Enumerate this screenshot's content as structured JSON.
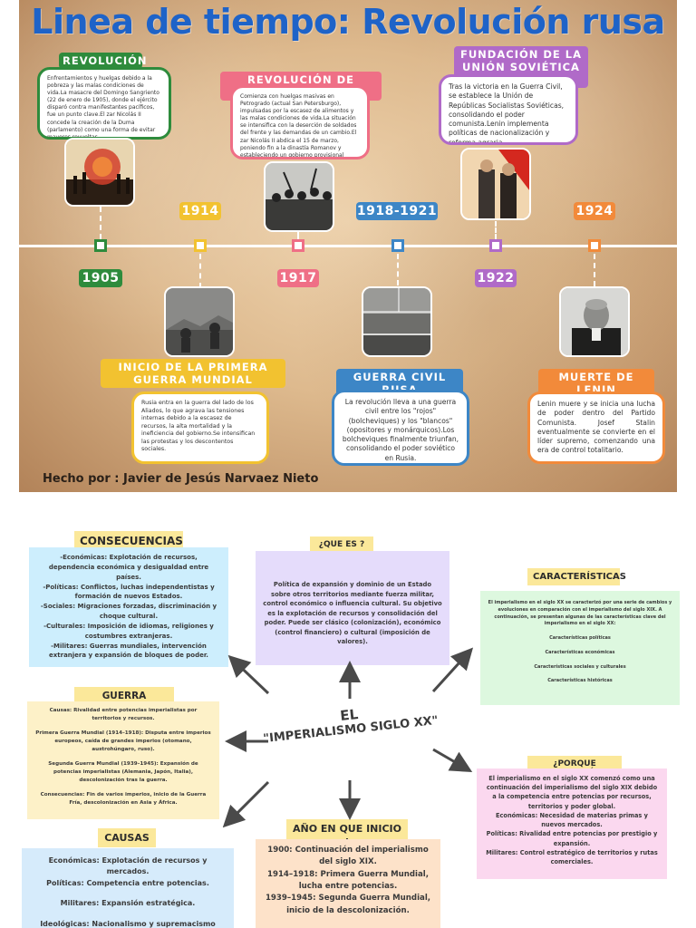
{
  "poster": {
    "title": "Linea de tiempo: Revolución rusa",
    "credit": "Hecho por : Javier de Jesús Narvaez Nieto",
    "events": [
      {
        "key": "revolucion",
        "year": "1905",
        "title": "REVOLUCIÓN",
        "color": "#2e8b3c",
        "text": "Enfrentamientos y huelgas debido a la pobreza y las malas condiciones de vida.La masacre del Domingo Sangriento (22 de enero de 1905), donde el ejército disparó contra manifestantes pacíficos, fue un punto clave.El zar Nicolás II concede la creación de la Duma (parlamento) como una forma de evitar mayores revueltas."
      },
      {
        "key": "primera-guerra",
        "year": "1914",
        "title": "INICIO DE LA PRIMERA GUERRA MUNDIAL",
        "color": "#f2c230",
        "text": "Rusia entra en la guerra del lado de los Aliados, lo que agrava las tensiones internas debido a la escasez de recursos, la alta mortalidad y la ineficiencia del gobierno.Se intensifican las protestas y los descontentos sociales."
      },
      {
        "key": "febrero",
        "year": "1917",
        "title": "REVOLUCIÓN DE FEBRERO",
        "color": "#ef6f86",
        "text": "Comienza con huelgas masivas en Petrogrado (actual San Petersburgo), impulsadas por la escasez de alimentos y las malas condiciones de vida.La situación se intensifica con la deserción de soldados del frente y las demandas de un cambio.El zar Nicolás II abdica el 15 de marzo, poniendo fin a la dinastía Romanov y estableciendo un gobierno provisional liderado por Aleksandr Kérenski."
      },
      {
        "key": "guerra-civil",
        "year": "1918-1921",
        "title": "GUERRA CIVIL RUSA",
        "color": "#3d86c6",
        "text": "La revolución lleva a una guerra civil entre los \"rojos\" (bolcheviques) y los \"blancos\" (opositores y monárquicos).Los bolcheviques finalmente triunfan, consolidando el poder soviético en Rusia."
      },
      {
        "key": "urss",
        "year": "1922",
        "title": "FUNDACIÓN DE LA UNIÓN SOVIÉTICA (URSS)",
        "color": "#b06ac8",
        "text": "Tras la victoria en la Guerra Civil, se establece la Unión de Repúblicas Socialistas Soviéticas, consolidando el poder comunista.Lenin implementa políticas de nacionalización y reforma agraria."
      },
      {
        "key": "lenin",
        "year": "1924",
        "title": "MUERTE DE LENIN",
        "color": "#f28a3a",
        "text": "Lenin muere y se inicia una lucha de poder dentro del Partido Comunista. Josef Stalin eventualmente se convierte en el líder supremo, comenzando una era de control totalitario."
      }
    ]
  },
  "mindmap": {
    "center": {
      "line1": "EL",
      "line2": "\"IMPERIALISMO SIGLO XX\""
    },
    "consecuencias": {
      "title": "CONSECUENCIAS",
      "lines": [
        "-Económicas: Explotación de recursos, dependencia económica y desigualdad entre países.",
        "-Políticas: Conflictos, luchas independentistas y formación de nuevos Estados.",
        "-Sociales: Migraciones forzadas, discriminación y choque cultural.",
        "-Culturales: Imposición de idiomas, religiones y costumbres extranjeras.",
        "-Militares: Guerras mundiales, intervención extranjera y expansión de bloques de poder."
      ]
    },
    "que_es": {
      "title": "¿QUE ES ?",
      "text": "Política de expansión y dominio de un Estado sobre otros territorios mediante fuerza militar, control económico o influencia cultural. Su objetivo es la explotación de recursos y consolidación del poder. Puede ser clásico (colonización), económico (control financiero) o cultural (imposición de valores)."
    },
    "caracteristicas": {
      "title": "CARACTERÍSTICAS",
      "intro": "El imperialismo en el siglo XX se caracterizó por una serie de cambios y evoluciones en comparación con el imperialismo del siglo XIX. A continuación, se presentan algunas de las características clave del imperialismo en el siglo XX:",
      "items": [
        "Características políticas",
        "Características económicas",
        "Características sociales y culturales",
        "Características históricas"
      ]
    },
    "guerra_mundial": {
      "title": "GUERRA MUNDIAL",
      "lines": [
        "Causas: Rivalidad entre potencias imperialistas por territorios y recursos.",
        "Primera Guerra Mundial (1914–1918): Disputa entre imperios europeos, caída de grandes imperios (otomano, austrohúngaro, ruso).",
        "Segunda Guerra Mundial (1939–1945): Expansión de potencias imperialistas (Alemania, Japón, Italia), descolonización tras la guerra.",
        "Consecuencias: Fin de varios imperios, inicio de la Guerra Fría, descolonización en Asia y África."
      ]
    },
    "porque_comenzo": {
      "title": "¿PORQUE COMENZÓ?",
      "lines": [
        "El imperialismo en el siglo XX comenzó como una continuación del imperialismo del siglo XIX debido a la competencia entre potencias por recursos, territorios y poder global.",
        "Económicas: Necesidad de materias primas y nuevos mercados.",
        "Políticas: Rivalidad entre potencias por prestigio y expansión.",
        "Militares: Control estratégico de territorios y rutas comerciales."
      ]
    },
    "causas": {
      "title": "CAUSAS",
      "lines": [
        "Económicas: Explotación de recursos y mercados.",
        "Políticas: Competencia entre potencias.",
        "Militares: Expansión estratégica.",
        "Ideológicas: Nacionalismo y supremacismo"
      ]
    },
    "anio_inicio": {
      "title": "AÑO EN QUE INICIO :",
      "lines": [
        "1900: Continuación del imperialismo del siglo XIX.",
        "1914–1918: Primera Guerra Mundial, lucha entre potencias.",
        "1939–1945: Segunda Guerra Mundial, inicio de la descolonización."
      ]
    },
    "colors": {
      "blue": "#cdeefd",
      "lilac": "#e5dcfb",
      "green": "#ddf8df",
      "yellow": "#fdf1c8",
      "pink": "#fbd8ef",
      "peach": "#fde2c9",
      "causas_bg": "#d6ebfb",
      "header_yellow": "#fbe89a"
    }
  }
}
